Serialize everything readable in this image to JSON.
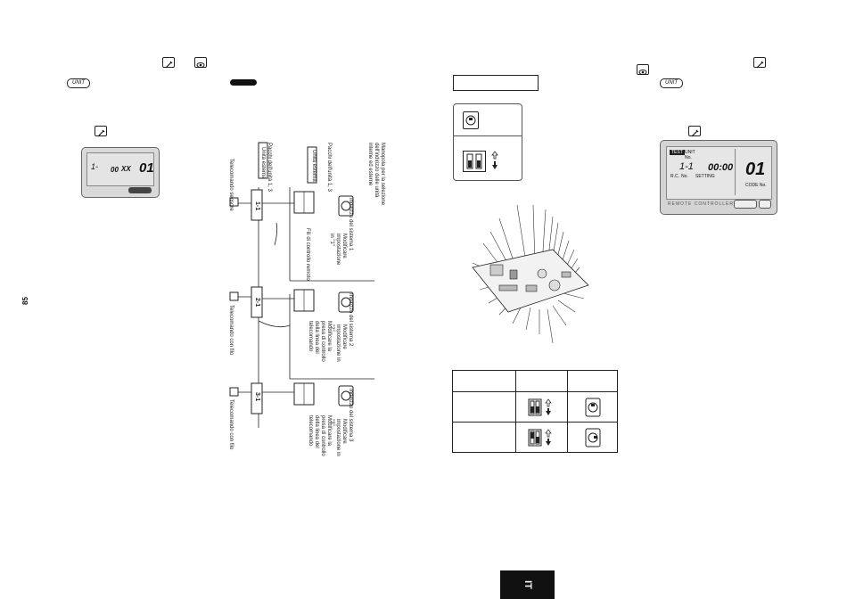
{
  "page": {
    "page_number": "85",
    "language_tab": "IT"
  },
  "left": {
    "unit_button": "UNIT",
    "remote1": {
      "display_main": "00",
      "display_sub": "XX",
      "display_right": "01",
      "display_left": "1-"
    },
    "diagram": {
      "callout": "Manopola per la selezione dell'indirizzo delle unità interne ed esterne",
      "outdoor_panel_label": "Pacchi dell'unità 1, 3",
      "outdoor_label_box": "Unità esterna",
      "indoor_panel_label": "Pacchi dell'unità 1, 3",
      "indoor_label_box": "Unità esterna",
      "remote_a": "Telecomando sensore",
      "note_top": "Indirizzo del sistema 1",
      "note_top_b": "Modificare impostazione in \"1\"",
      "mid_wire_label": "Fili di controllo remoto",
      "node1": "1-1",
      "node2": "2-1",
      "node3": "3-1",
      "remote_b": "Telecomando con filo",
      "note_mid": "Indirizzo del sistema 2",
      "note_mid_b": "Modificare impostazione in \"2\"",
      "note_mid_c": "Modificare la presa di controllo della linea del telecomando",
      "remote_c": "Telecomando con filo",
      "note_bot": "Indirizzo del sistema 3",
      "note_bot_b": "Modificare impostazione in \"3\"",
      "note_bot_c": "Modificare la presa di controllo della linea del telecomando"
    }
  },
  "right": {
    "unit_button": "UNIT",
    "header_box": "",
    "remote2": {
      "display_left": "1-1",
      "display_main": "00:00",
      "display_right": "01",
      "small_a": "UNIT",
      "small_b": "No.",
      "small_c": "R.C.",
      "small_d": "No.",
      "small_e": "SETTING",
      "small_f": "CODE No.",
      "footer": "REMOTE CONTROLLER",
      "badge": "TEST"
    },
    "table": {
      "col1": "",
      "col2": "",
      "col3": ""
    }
  }
}
